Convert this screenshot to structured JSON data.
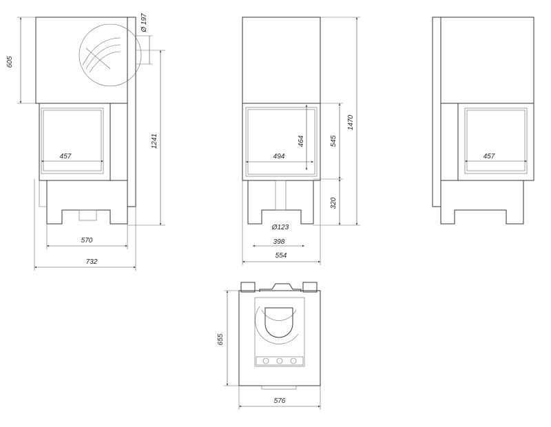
{
  "left_view": {
    "dimensions": {
      "upper_height": "605",
      "flue_diameter": "Ø 197",
      "total_height": "1241",
      "glass_width": "457",
      "base_width": "570",
      "overall_width": "732"
    }
  },
  "front_view": {
    "dimensions": {
      "glass_width": "494",
      "glass_height": "464",
      "door_height": "545",
      "total_height": "1470",
      "base_height": "320",
      "air_inlet_diameter": "Ø123",
      "base_width": "398",
      "overall_width": "554"
    }
  },
  "right_view": {
    "dimensions": {
      "glass_width": "457"
    }
  },
  "top_view": {
    "dimensions": {
      "depth": "655",
      "width": "576"
    }
  }
}
